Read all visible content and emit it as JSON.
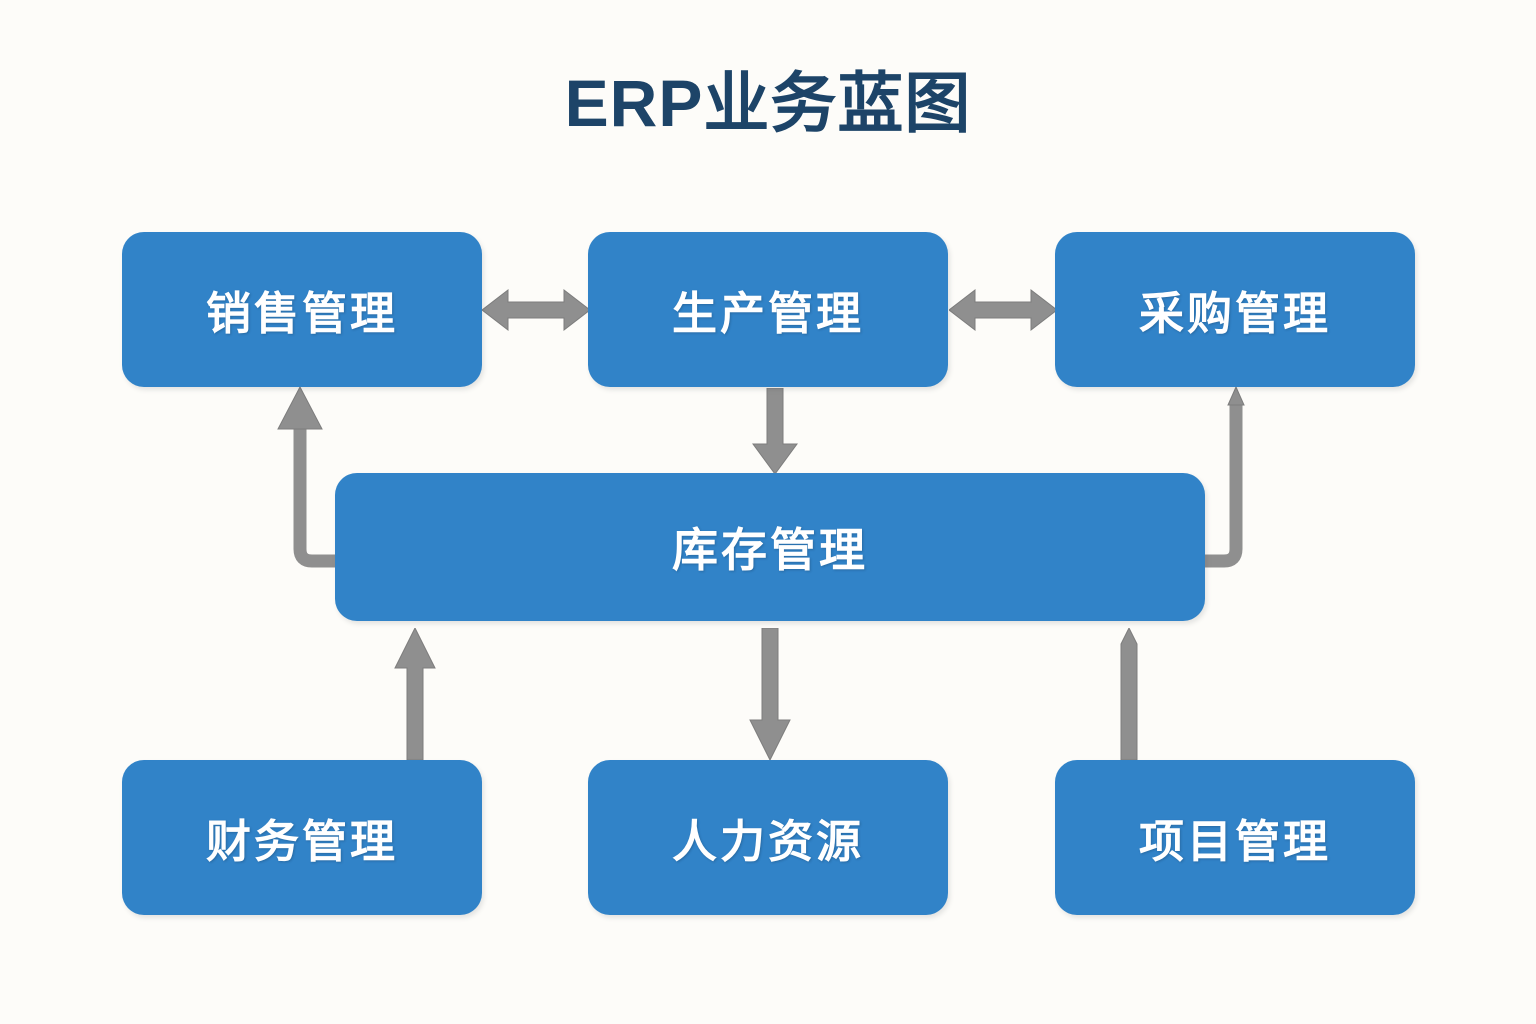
{
  "diagram": {
    "title": "ERP业务蓝图",
    "title_color": "#1d4468",
    "background_color": "#fdfcf9",
    "node_fill_color": "#3183c8",
    "node_text_color": "#ffffff",
    "connector_color": "#8c8c8c",
    "type": "flowchart",
    "nodes": [
      {
        "id": "sales",
        "label": "销售管理",
        "row": "top",
        "column": "left"
      },
      {
        "id": "production",
        "label": "生产管理",
        "row": "top",
        "column": "center"
      },
      {
        "id": "purchase",
        "label": "采购管理",
        "row": "top",
        "column": "right"
      },
      {
        "id": "inventory",
        "label": "库存管理",
        "row": "middle",
        "column": "center"
      },
      {
        "id": "finance",
        "label": "财务管理",
        "row": "bottom",
        "column": "left"
      },
      {
        "id": "hr",
        "label": "人力资源",
        "row": "bottom",
        "column": "center"
      },
      {
        "id": "project",
        "label": "项目管理",
        "row": "bottom",
        "column": "right"
      }
    ],
    "connectors": [
      {
        "id": "sales-production",
        "from": "sales",
        "to": "production",
        "style": "bidirectional",
        "shape": "horizontal"
      },
      {
        "id": "production-purchase",
        "from": "production",
        "to": "purchase",
        "style": "bidirectional",
        "shape": "horizontal"
      },
      {
        "id": "production-inventory",
        "from": "production",
        "to": "inventory",
        "style": "directed",
        "shape": "vertical-down"
      },
      {
        "id": "inventory-sales",
        "from": "inventory",
        "to": "sales",
        "style": "directed",
        "shape": "elbow-left-up"
      },
      {
        "id": "inventory-purchase",
        "from": "inventory",
        "to": "purchase",
        "style": "directed",
        "shape": "elbow-right-up"
      },
      {
        "id": "finance-inventory",
        "from": "finance",
        "to": "inventory",
        "style": "directed",
        "shape": "vertical-up"
      },
      {
        "id": "inventory-hr",
        "from": "inventory",
        "to": "hr",
        "style": "directed",
        "shape": "vertical-down"
      },
      {
        "id": "project-inventory",
        "from": "project",
        "to": "inventory",
        "style": "directed",
        "shape": "vertical-up-thin"
      }
    ]
  }
}
